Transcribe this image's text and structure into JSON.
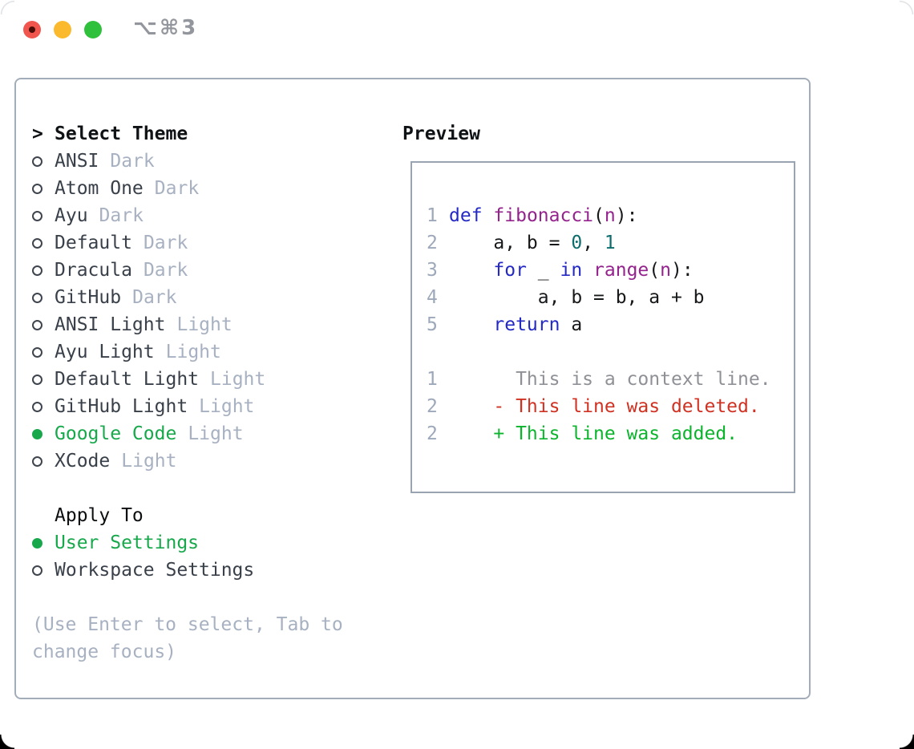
{
  "window": {
    "title": "⌥⌘3"
  },
  "theme_panel": {
    "prompt": ">",
    "title": "Select Theme",
    "themes": [
      {
        "name": "ANSI",
        "variant": "Dark",
        "selected": false
      },
      {
        "name": "Atom One",
        "variant": "Dark",
        "selected": false
      },
      {
        "name": "Ayu",
        "variant": "Dark",
        "selected": false
      },
      {
        "name": "Default",
        "variant": "Dark",
        "selected": false
      },
      {
        "name": "Dracula",
        "variant": "Dark",
        "selected": false
      },
      {
        "name": "GitHub",
        "variant": "Dark",
        "selected": false
      },
      {
        "name": "ANSI Light",
        "variant": "Light",
        "selected": false
      },
      {
        "name": "Ayu Light",
        "variant": "Light",
        "selected": false
      },
      {
        "name": "Default Light",
        "variant": "Light",
        "selected": false
      },
      {
        "name": "GitHub Light",
        "variant": "Light",
        "selected": false
      },
      {
        "name": "Google Code",
        "variant": "Light",
        "selected": true
      },
      {
        "name": "XCode",
        "variant": "Light",
        "selected": false
      }
    ],
    "apply_to": {
      "title": "Apply To",
      "options": [
        {
          "label": "User Settings",
          "selected": true
        },
        {
          "label": "Workspace Settings",
          "selected": false
        }
      ]
    },
    "hint_lines": [
      "(Use Enter to select, Tab to",
      "change focus)"
    ]
  },
  "preview": {
    "title": "Preview",
    "code_lines": [
      {
        "num": "1",
        "tokens": [
          {
            "c": "kwd",
            "t": "def"
          },
          {
            "c": "pln",
            "t": " "
          },
          {
            "c": "fn",
            "t": "fibonacci"
          },
          {
            "c": "pln",
            "t": "("
          },
          {
            "c": "fn",
            "t": "n"
          },
          {
            "c": "pln",
            "t": "):"
          }
        ]
      },
      {
        "num": "2",
        "tokens": [
          {
            "c": "pln",
            "t": "    a, b = "
          },
          {
            "c": "lit",
            "t": "0"
          },
          {
            "c": "pln",
            "t": ", "
          },
          {
            "c": "lit",
            "t": "1"
          }
        ]
      },
      {
        "num": "3",
        "tokens": [
          {
            "c": "pln",
            "t": "    "
          },
          {
            "c": "kwd",
            "t": "for"
          },
          {
            "c": "pln",
            "t": " _ "
          },
          {
            "c": "kwd",
            "t": "in"
          },
          {
            "c": "pln",
            "t": " "
          },
          {
            "c": "fn",
            "t": "range"
          },
          {
            "c": "pln",
            "t": "("
          },
          {
            "c": "fn",
            "t": "n"
          },
          {
            "c": "pln",
            "t": "):"
          }
        ]
      },
      {
        "num": "4",
        "tokens": [
          {
            "c": "pln",
            "t": "        a, b = b, a + b"
          }
        ]
      },
      {
        "num": "5",
        "tokens": [
          {
            "c": "pln",
            "t": "    "
          },
          {
            "c": "kwd",
            "t": "return"
          },
          {
            "c": "pln",
            "t": " a"
          }
        ]
      }
    ],
    "diff_lines": [
      {
        "num": "1",
        "type": "context",
        "text": "      This is a context line."
      },
      {
        "num": "2",
        "type": "deleted",
        "text": "    - This line was deleted."
      },
      {
        "num": "2",
        "type": "added",
        "text": "    + This line was added."
      }
    ]
  },
  "colors": {
    "ui_green": "#17a84b",
    "item_text": "#394049",
    "muted": "#a7b1c1",
    "header_black": "#101316",
    "line_number": "#9da8ba",
    "kwd": "#2429c4",
    "fn": "#94238d",
    "lit": "#0d6c6c",
    "pln": "#17181a",
    "ctx": "#8f9196",
    "del": "#cf3222",
    "add": "#0cb42e",
    "panel_border": "#a3adb9",
    "preview_border": "#9aa3b0",
    "title_gray": "#93979d",
    "traffic_red": "#f0564e",
    "traffic_red_dot": "#4a0d07",
    "traffic_yellow": "#fbb92e",
    "traffic_green": "#2fc13c",
    "radio_border": "#3f454e"
  }
}
